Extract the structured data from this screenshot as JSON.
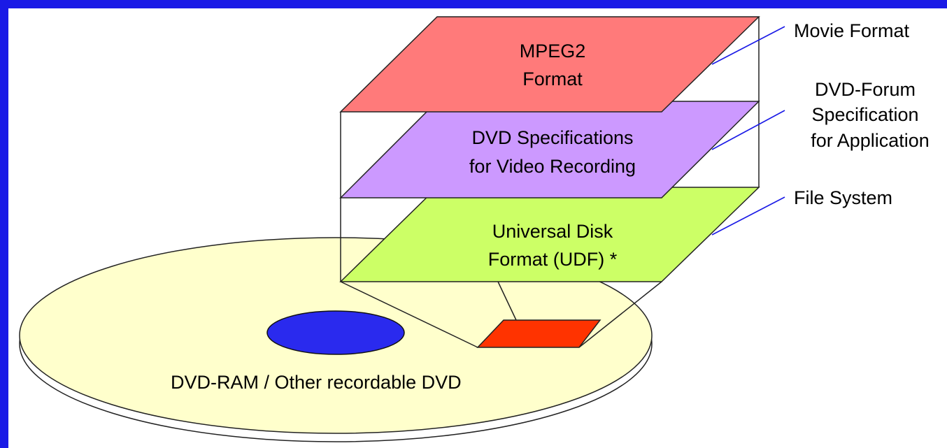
{
  "diagram": {
    "disc_label": "DVD-RAM / Other recordable DVD",
    "layers": [
      {
        "line1": "MPEG2",
        "line2": "Format",
        "color": "#ff7a7a"
      },
      {
        "line1": "DVD Specifications",
        "line2": "for Video Recording",
        "color": "#cc99ff"
      },
      {
        "line1": "Universal Disk",
        "line2": "Format (UDF) *",
        "color": "#ccff66"
      }
    ],
    "side_labels": [
      {
        "lines": [
          "Movie Format"
        ]
      },
      {
        "lines": [
          "DVD-Forum",
          "Specification",
          "for Application"
        ]
      },
      {
        "lines": [
          "File System"
        ]
      }
    ],
    "colors": {
      "border": "#1a1ae6",
      "disc": "#ffffcc",
      "hub": "#2a2aee",
      "region": "#ff3300",
      "connector": "#1a1ae6"
    }
  }
}
